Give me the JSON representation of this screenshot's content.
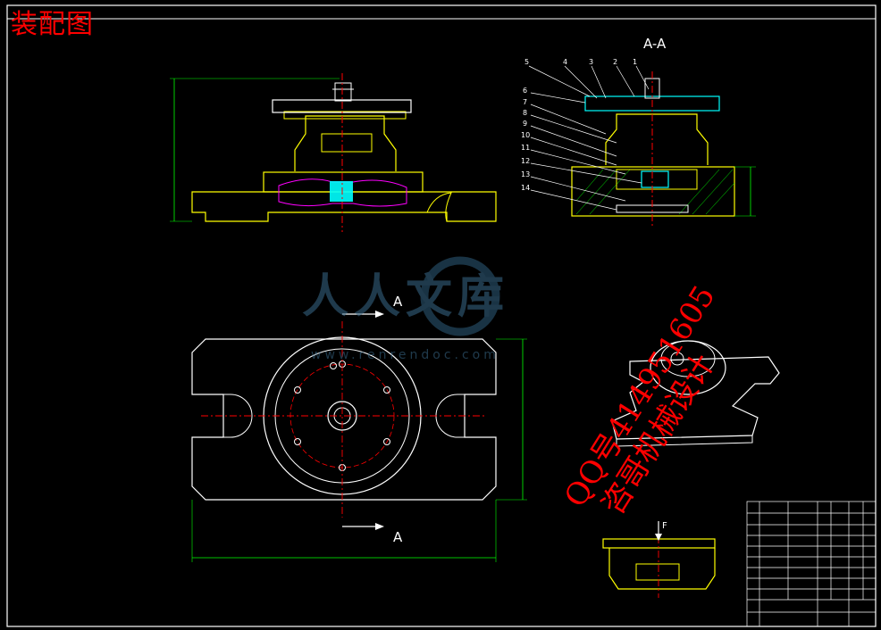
{
  "header": {
    "title": "装配图"
  },
  "section": {
    "label": "A-A",
    "cut_mark_top": "A",
    "cut_mark_bottom": "A",
    "small_arrow_label": "F"
  },
  "balloons": [
    "5",
    "4",
    "3",
    "2",
    "1",
    "6",
    "7",
    "8",
    "9",
    "10",
    "11",
    "12",
    "13",
    "14"
  ],
  "watermark": {
    "logo_cn": "人人文库",
    "url": "www.renrendoc.com",
    "qq_line1": "QQ号414951605",
    "qq_line2": "咨哥机械设计"
  },
  "colors": {
    "background": "#000000",
    "outline": "#ffffff",
    "part": "#ffff00",
    "centerline": "#ff0000",
    "dimension": "#00ff00",
    "highlight": "#00ffff",
    "stamp": "#ff0000"
  }
}
